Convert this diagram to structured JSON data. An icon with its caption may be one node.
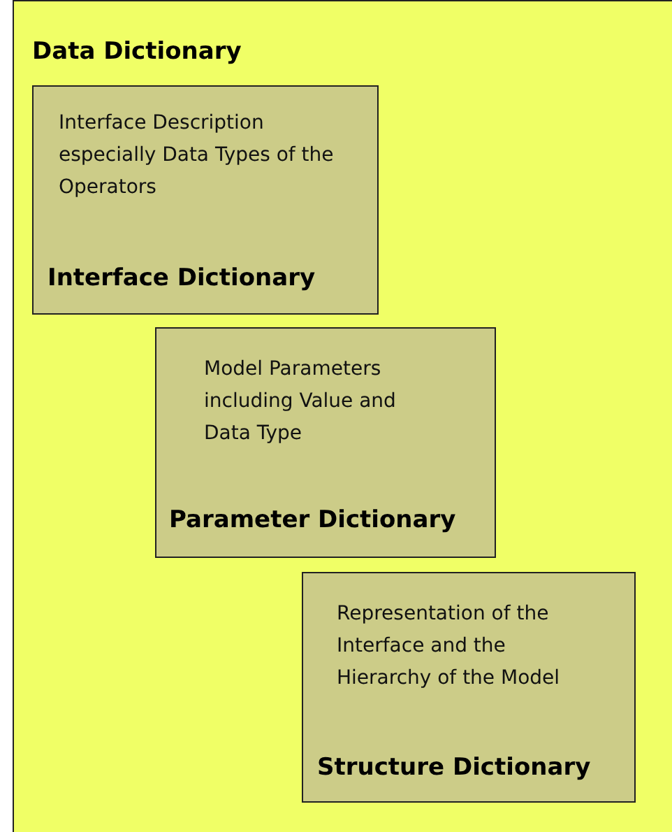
{
  "diagram": {
    "nodes": [
      {
        "text": [
          "Data Dictionary"
        ]
      },
      {
        "text": [
          "Interface Description especially Data Types of the Operators",
          "Interface Dictionary"
        ],
        "in": 0
      },
      {
        "text": [
          "Model Parameters including Value and Data Type",
          "Parameter Dictionary"
        ],
        "in": 0
      },
      {
        "text": [
          "Representation of the Interface and the Hierarchy of the Model",
          "Structure Dictionary"
        ],
        "in": 0
      }
    ]
  }
}
